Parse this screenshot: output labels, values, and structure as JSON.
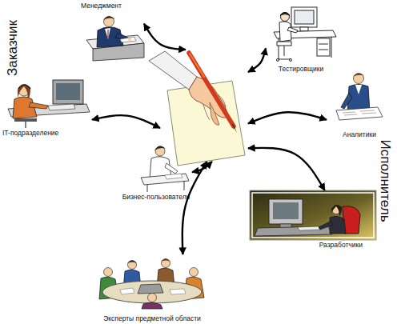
{
  "diagram": {
    "nodes": [
      {
        "text": [
          "Менеджмент"
        ]
      },
      {
        "text": [
          "Тестировщики"
        ]
      },
      {
        "text": []
      },
      {
        "text": [
          "IT-подразделение"
        ]
      },
      {
        "text": [
          "Аналитики"
        ]
      },
      {
        "text": [
          "Бизнес-пользователи"
        ]
      },
      {
        "text": [
          "Разработчики"
        ]
      },
      {
        "text": [
          "Эксперты предметной области"
        ]
      }
    ],
    "edges": [
      {
        "from": 0,
        "to": 2,
        "arrow": "both"
      },
      {
        "from": 1,
        "to": 2,
        "arrow": "both"
      },
      {
        "from": 3,
        "to": 2,
        "arrow": "both"
      },
      {
        "from": 4,
        "to": 2,
        "arrow": "both"
      },
      {
        "from": 5,
        "to": 2,
        "arrow": "both"
      },
      {
        "from": 6,
        "to": 2,
        "arrow": "both"
      },
      {
        "from": 7,
        "to": 2,
        "arrow": "both"
      }
    ],
    "labels": [
      "Заказчик",
      "Исполнитель"
    ]
  }
}
